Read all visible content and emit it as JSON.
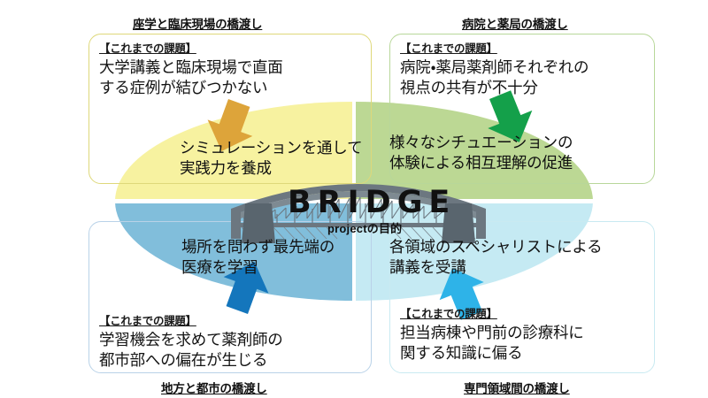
{
  "title": {
    "main": "BRIDGE",
    "sub": "projectの目的"
  },
  "captions": {
    "top_left": "座学と臨床現場の橋渡し",
    "top_right": "病院と薬局の橋渡し",
    "bottom_left": "地方と都市の橋渡し",
    "bottom_right": "専門領域間の橋渡し"
  },
  "issue_label": "【これまでの課題】",
  "quadrants": [
    {
      "id": "top-left",
      "caption": "座学と臨床現場の橋渡し",
      "issue_label": "【これまでの課題】",
      "issue_text": "大学講義と臨床現場で直面\nする症例が結びつかない",
      "solution_text": "シミュレーションを通して\n実践力を養成",
      "fill_color": "#f7f2a0",
      "border_color": "#ded87a",
      "arrow_color": "#dda43a",
      "arrow_direction": "down"
    },
    {
      "id": "top-right",
      "caption": "病院と薬局の橋渡し",
      "issue_label": "【これまでの課題】",
      "issue_text": "病院・薬局薬剤師それぞれの\n視点の共有が不十分",
      "solution_text": "様々なシチュエーションの\n体験による相互理解の促進",
      "fill_color": "#bcd894",
      "border_color": "#b8d79a",
      "arrow_color": "#14a04a",
      "arrow_direction": "down-left"
    },
    {
      "id": "bottom-left",
      "caption": "地方と都市の橋渡し",
      "issue_label": "【これまでの課題】",
      "issue_text": "学習機会を求めて薬剤師の\n都市部への偏在が生じる",
      "solution_text": "場所を問わず最先端の\n医療を学習",
      "fill_color": "#81bedb",
      "border_color": "#b9d2e8",
      "arrow_color": "#1476bc",
      "arrow_direction": "up-right"
    },
    {
      "id": "bottom-right",
      "caption": "専門領域間の橋渡し",
      "issue_label": "【これまでの課題】",
      "issue_text": "担当病棟や門前の診療科に\n関する知識に偏る",
      "solution_text": "各領域のスペシャリストによる\n講義を受講",
      "fill_color": "#c5eaf3",
      "border_color": "#c9eaf1",
      "arrow_color": "#2eb3e8",
      "arrow_direction": "up-left"
    }
  ],
  "colors": {
    "background": "#ffffff",
    "bridge": "#5f6a72",
    "text": "#111111"
  },
  "icons": {
    "bridge": "bridge-silhouette-icon"
  }
}
